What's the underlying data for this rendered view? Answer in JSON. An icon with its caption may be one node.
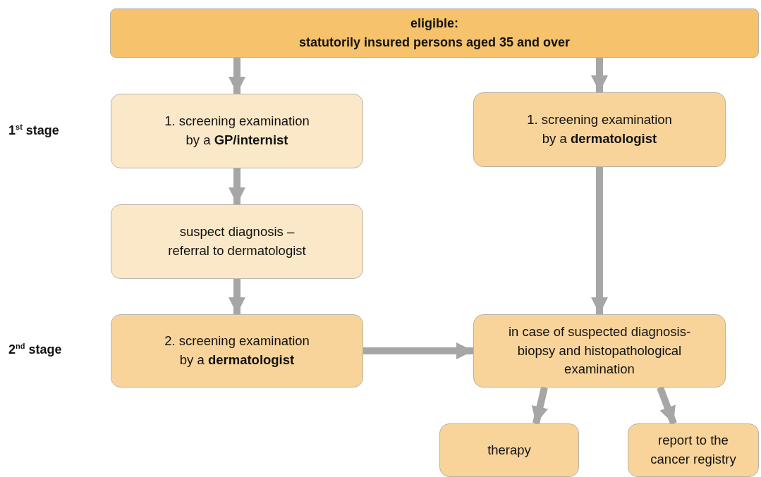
{
  "diagram": {
    "nodes": [
      {
        "text": [
          "eligible:",
          "statutorily insured persons aged 35 and over"
        ]
      },
      {
        "text": [
          "1. screening examination by a **GP/internist**"
        ]
      },
      {
        "text": [
          "1. screening examination by a **dermatologist**"
        ]
      },
      {
        "text": [
          "suspect diagnosis – referral to dermatologist"
        ]
      },
      {
        "text": [
          "2. screening examination by a **dermatologist**"
        ]
      },
      {
        "text": [
          "in case of suspected diagnosis- biopsy and histopathological examination"
        ]
      },
      {
        "text": [
          "therapy"
        ]
      },
      {
        "text": [
          "report to the cancer registry"
        ]
      }
    ],
    "edges": [
      {
        "from": 0,
        "to": 1,
        "arrow": "to"
      },
      {
        "from": 0,
        "to": 2,
        "arrow": "to"
      },
      {
        "from": 1,
        "to": 3,
        "arrow": "to"
      },
      {
        "from": 3,
        "to": 4,
        "arrow": "to"
      },
      {
        "from": 2,
        "to": 5,
        "arrow": "to"
      },
      {
        "from": 4,
        "to": 5,
        "arrow": "to"
      },
      {
        "from": 5,
        "to": 6,
        "arrow": "to"
      },
      {
        "from": 5,
        "to": 7,
        "arrow": "to"
      }
    ],
    "labels": [
      "1$^{st}$ stage",
      "2$^{nd}$ stage"
    ]
  }
}
